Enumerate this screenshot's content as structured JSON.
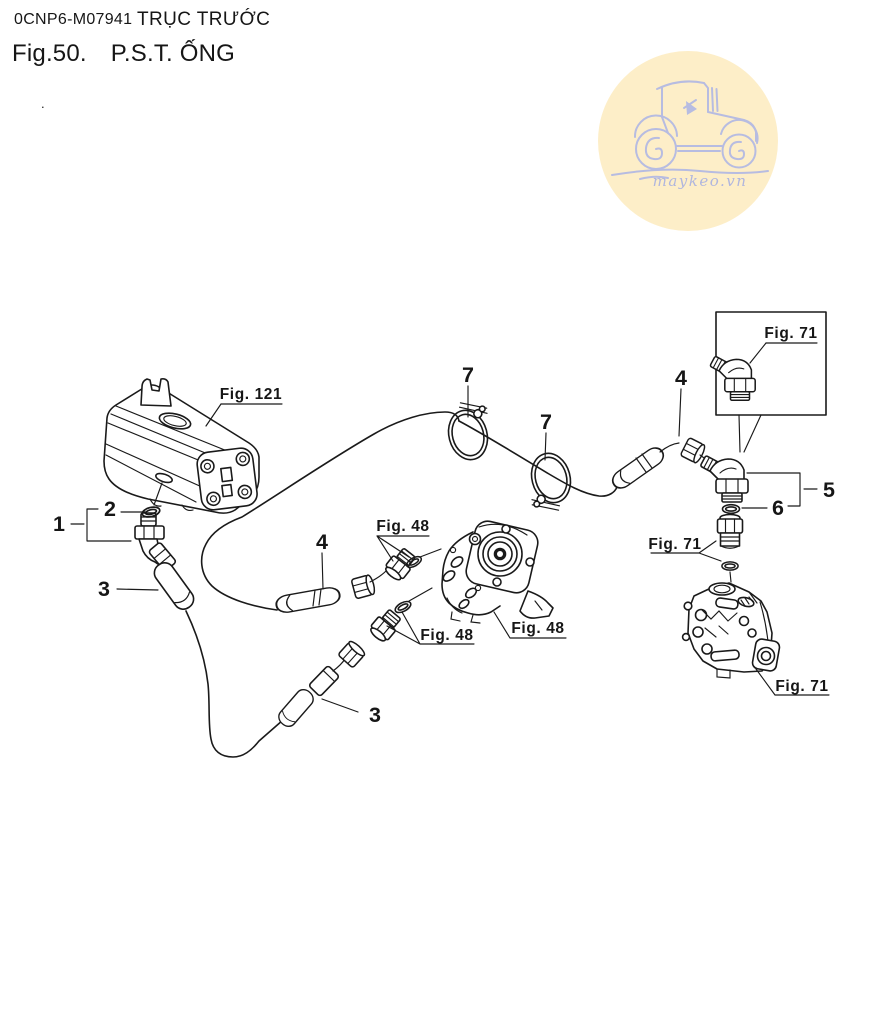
{
  "header": {
    "code": "0CNP6-M07941",
    "section": "TRỤC TRƯỚC",
    "figure_no": "Fig.50.",
    "figure_name": "P.S.T. ỐNG"
  },
  "stray_mark": ".",
  "watermark": {
    "text": "maykeo.vn",
    "circle_color": "#fdeec8",
    "art_color": "#b7bce1"
  },
  "diagram": {
    "ink_color": "#1a1a1a",
    "callouts": {
      "c1": "1",
      "c2": "2",
      "c3": "3",
      "c4": "4",
      "c5": "5",
      "c6": "6",
      "c7": "7"
    },
    "figure_refs": {
      "fig121": "Fig. 121",
      "fig48": "Fig. 48",
      "fig71": "Fig. 71"
    }
  }
}
